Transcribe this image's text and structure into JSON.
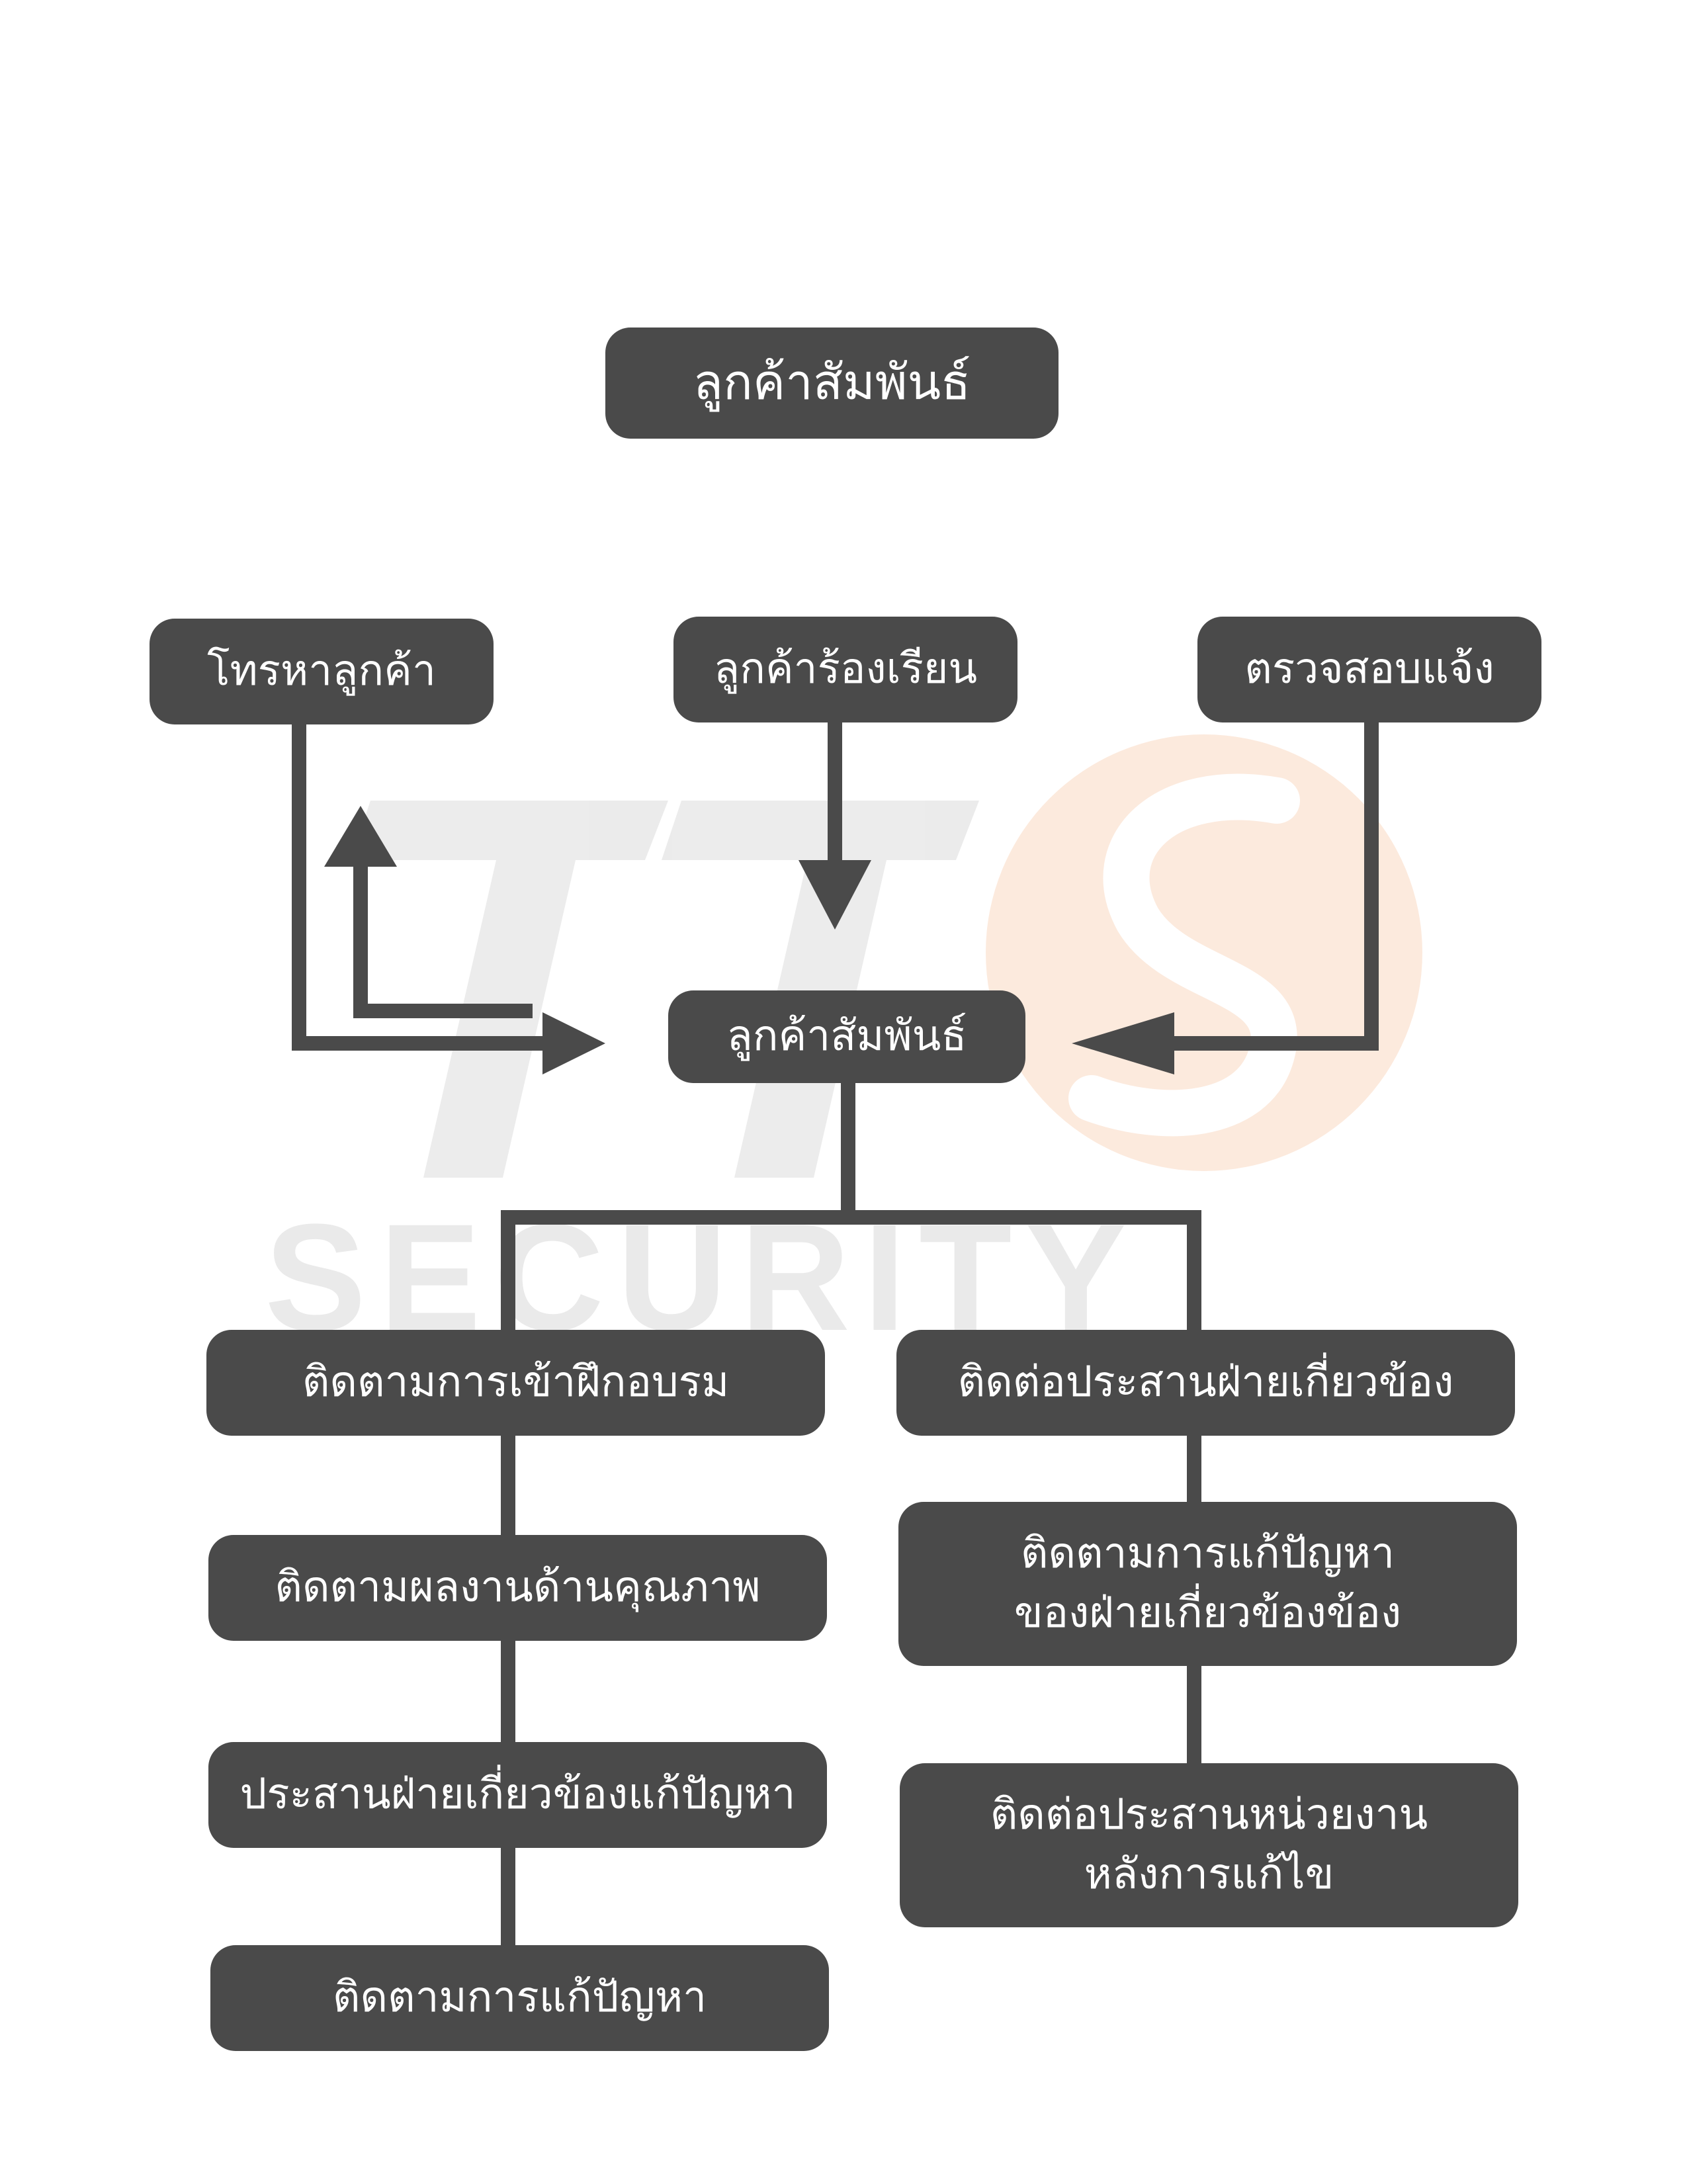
{
  "watermark": {
    "text": "SECURITY",
    "logo_letters": "TT",
    "logo_s": "S",
    "colors": {
      "grey": "#cfcfcf",
      "orange": "#f07a2a"
    }
  },
  "colors": {
    "node_fill": "#4a4a4a",
    "node_text": "#ffffff",
    "connector": "#4a4a4a"
  },
  "nodes": {
    "title": "ลูกค้าสัมพันธ์",
    "call_customer": "โทรหาลูกค้า",
    "complaint": "ลูกค้าร้องเรียน",
    "inspect_report": "ตรวจสอบแจ้ง",
    "center": "ลูกค้าสัมพันธ์",
    "left": [
      "ติดตามการเข้าฝึกอบรม",
      "ติดตามผลงานด้านคุณภาพ",
      "ประสานฝ่ายเกี่ยวข้องแก้ปัญหา",
      "ติดตามการแก้ปัญหา"
    ],
    "right_1": "ติดต่อประสานฝ่ายเกี่ยวข้อง",
    "right_2": {
      "line1": "ติดตามการแก้ปัญหา",
      "line2": "ของฝ่ายเกี่ยวข้องข้อง"
    },
    "right_3": {
      "line1": "ติดต่อประสานหน่วยงาน",
      "line2": "หลังการแก้ไข"
    }
  }
}
